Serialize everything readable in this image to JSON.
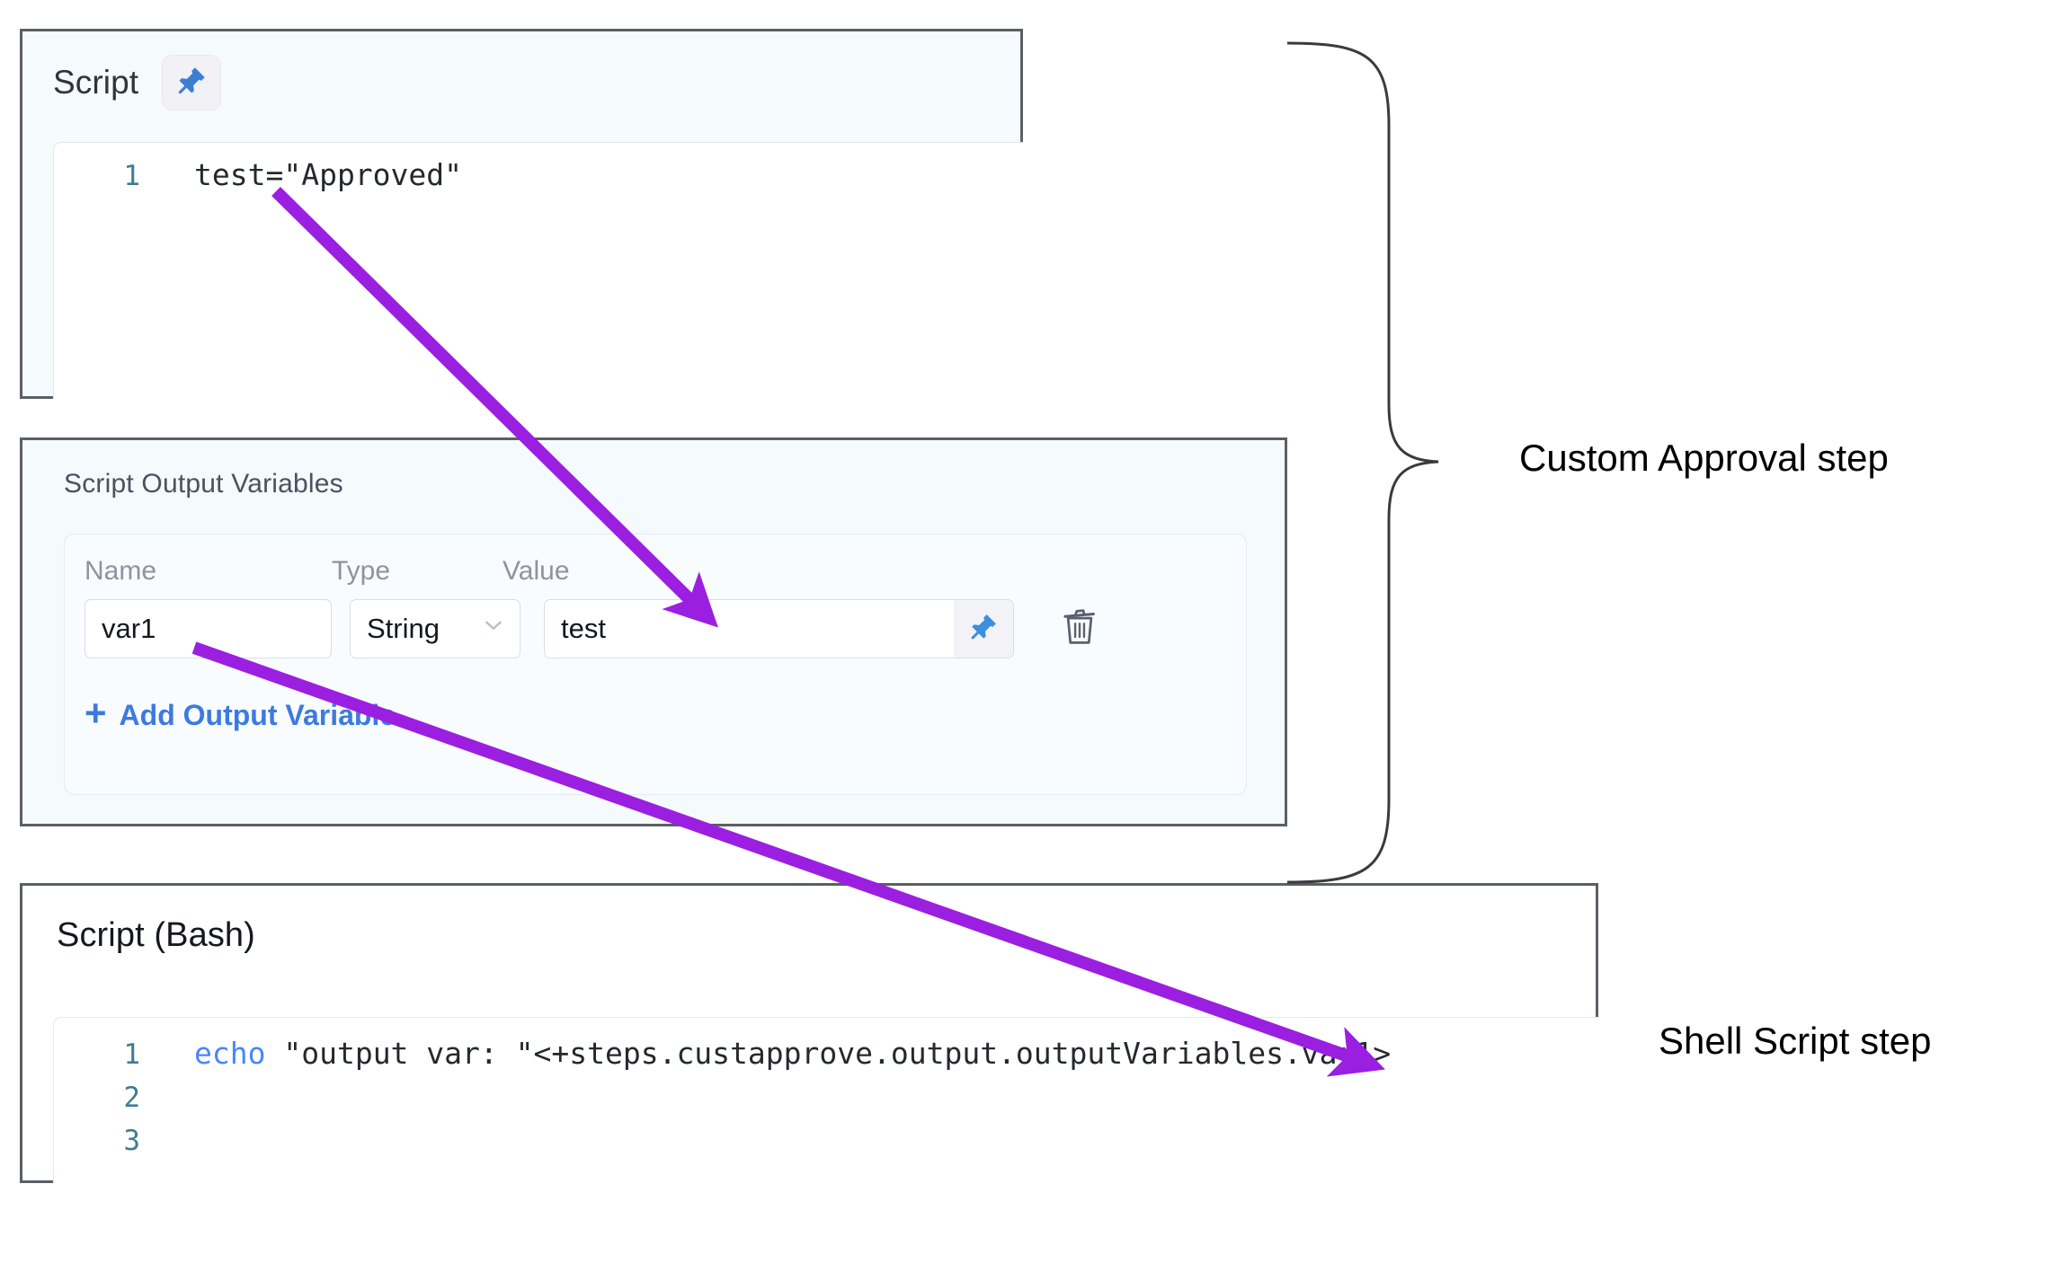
{
  "colors": {
    "arrow_purple": "#9B1FE0",
    "link_blue": "#3D7AE0",
    "pin_blue": "#3B7FD4",
    "panel_border": "#5B5F66",
    "panel_bg_blue": "#F5FAFD",
    "line_number": "#3F7D92",
    "keyword_blue": "#4A86F7"
  },
  "script_panel": {
    "title": "Script",
    "pin_icon": "pushpin-icon",
    "code": {
      "lines": [
        {
          "number": "1",
          "text": "test=\"Approved\""
        }
      ]
    }
  },
  "output_variables_panel": {
    "title": "Script Output Variables",
    "columns": [
      "Name",
      "Type",
      "Value"
    ],
    "rows": [
      {
        "name": "var1",
        "type": "String",
        "type_options": [
          "String"
        ],
        "value": "test",
        "pin_icon": "pushpin-icon",
        "delete_icon": "trash-icon"
      }
    ],
    "add_link": {
      "plus": "+",
      "label": "Add Output Variable"
    }
  },
  "bash_panel": {
    "title": "Script (Bash)",
    "code": {
      "lines": [
        {
          "number": "1",
          "keyword": "echo",
          "rest": " \"output var: \"<+steps.custapprove.output.outputVariables.var1>"
        },
        {
          "number": "2",
          "keyword": "",
          "rest": ""
        },
        {
          "number": "3",
          "keyword": "",
          "rest": ""
        }
      ]
    }
  },
  "annotations": {
    "custom_approval_label": "Custom Approval step",
    "shell_script_label": "Shell Script step",
    "brace": "curly-brace-right",
    "arrows": [
      {
        "name": "arrow-script-to-value",
        "from": "test=\"Approved\"",
        "to": "Value column"
      },
      {
        "name": "arrow-var1-to-expression",
        "from": "var1",
        "to": "outputVariables.var1"
      }
    ]
  }
}
